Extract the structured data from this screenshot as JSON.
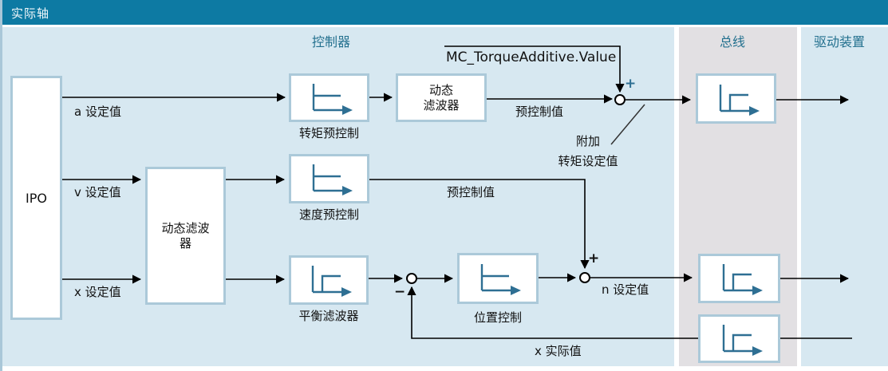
{
  "header": {
    "title": "实际轴"
  },
  "columns": {
    "controller": "控制器",
    "bus": "总线",
    "drive": "驱动装置"
  },
  "blocks": {
    "ipo": "IPO",
    "dynamic_filter_main": {
      "line1": "动态滤波",
      "line2": "器"
    },
    "dynamic_filter_small": {
      "line1": "动态",
      "line2": "滤波器"
    },
    "torque_precontrol_caption": "转矩预控制",
    "speed_precontrol_caption": "速度预控制",
    "balance_filter_caption": "平衡滤波器",
    "position_control_caption": "位置控制"
  },
  "signals": {
    "mc_torque_additive": "MC_TorqueAdditive.Value",
    "a_setpoint": "a 设定值",
    "v_setpoint": "v 设定值",
    "x_setpoint": "x 设定值",
    "precontrol_value_top": "预控制值",
    "precontrol_value_mid": "预控制值",
    "additional_torque_line1": "附加",
    "additional_torque_line2": "转矩设定值",
    "n_setpoint": "n 设定值",
    "x_actual_value": "x 实际值",
    "plus_top": "+",
    "plus_mid": "+",
    "minus": "−"
  },
  "colors": {
    "title_bar": "#0d7aa3",
    "controller_panel": "#d7e8f1",
    "bus_panel": "#e2e0e3",
    "drive_panel": "#d7e8f1",
    "block_border": "#abc9d9",
    "icon_stroke": "#2e6f93",
    "header_text": "#24718f",
    "line": "#000000"
  }
}
